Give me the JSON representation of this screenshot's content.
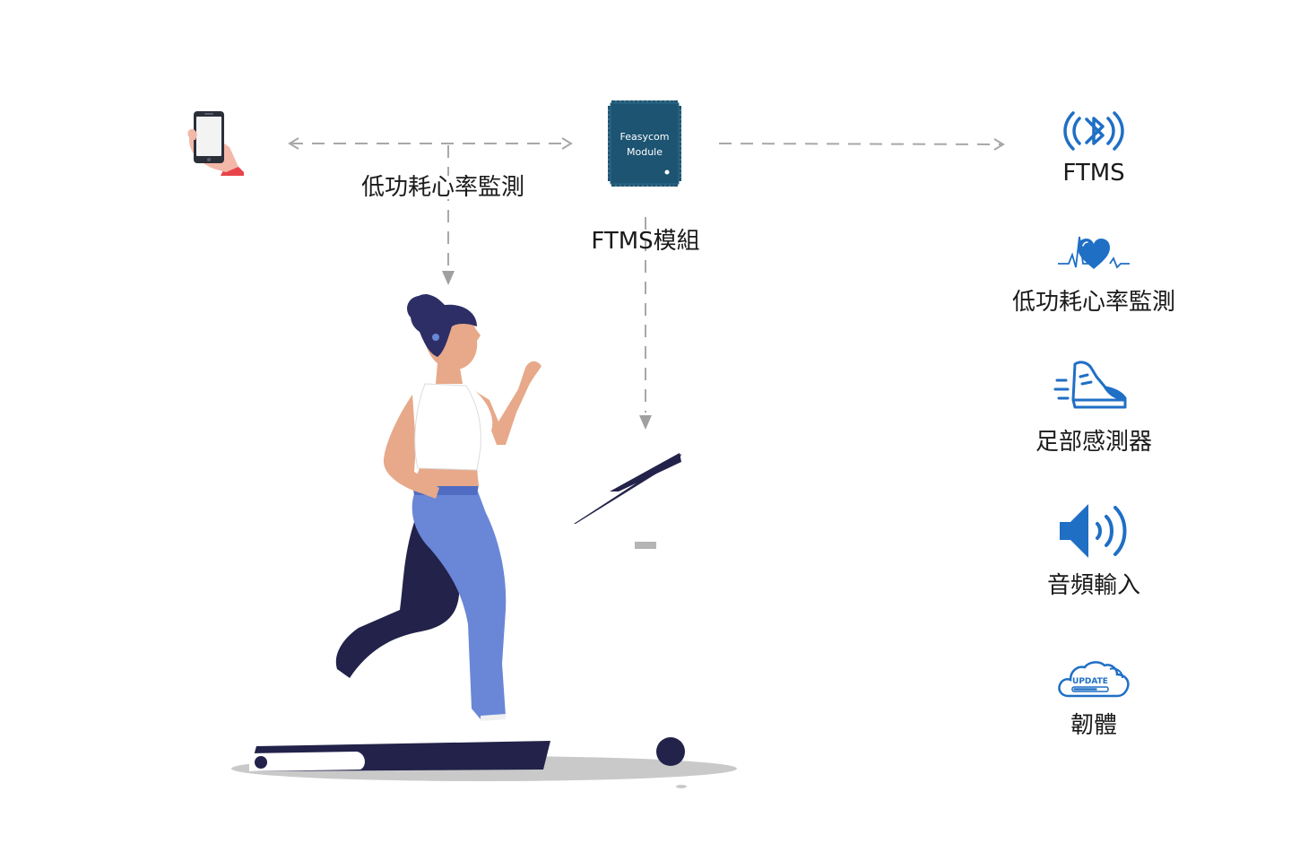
{
  "module": {
    "line1": "Feasycom",
    "line2": "Module"
  },
  "labels": {
    "hr_monitor": "低功耗心率監測",
    "ftms_module": "FTMS模組"
  },
  "features": [
    {
      "icon": "bluetooth-icon",
      "label": "FTMS"
    },
    {
      "icon": "heart-rate-icon",
      "label": "低功耗心率監測"
    },
    {
      "icon": "running-shoe-icon",
      "label": "足部感測器"
    },
    {
      "icon": "speaker-icon",
      "label": "音頻輸入"
    },
    {
      "icon": "cloud-update-icon",
      "label": "韌體",
      "badge": "UPDATE"
    }
  ],
  "colors": {
    "accent_blue": "#1f6fc5",
    "module_teal": "#1c5472",
    "arrow_gray": "#a8a8a8",
    "phone_red": "#e8444a"
  }
}
